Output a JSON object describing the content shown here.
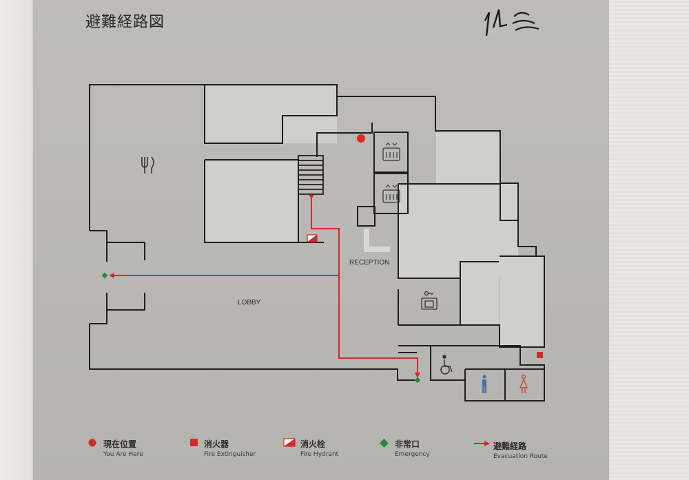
{
  "title": "避難経路図",
  "floor_labels": {
    "reception": "RECEPTION",
    "lobby": "LOBBY"
  },
  "legend": [
    {
      "label": "現在位置",
      "sub": "You Are Here"
    },
    {
      "label": "消火器",
      "sub": "Fire Extinguisher"
    },
    {
      "label": "消火栓",
      "sub": "Fire Hydrant"
    },
    {
      "label": "非常口",
      "sub": "Emergency"
    },
    {
      "label": "避難経路",
      "sub": "Evacuation Route"
    }
  ],
  "colors": {
    "route": "#d42a2a",
    "emergency": "#1f8a3c",
    "wall": "#1e1e1e",
    "room_fill": "#cfcfcd",
    "panel": "#bab9b5"
  }
}
